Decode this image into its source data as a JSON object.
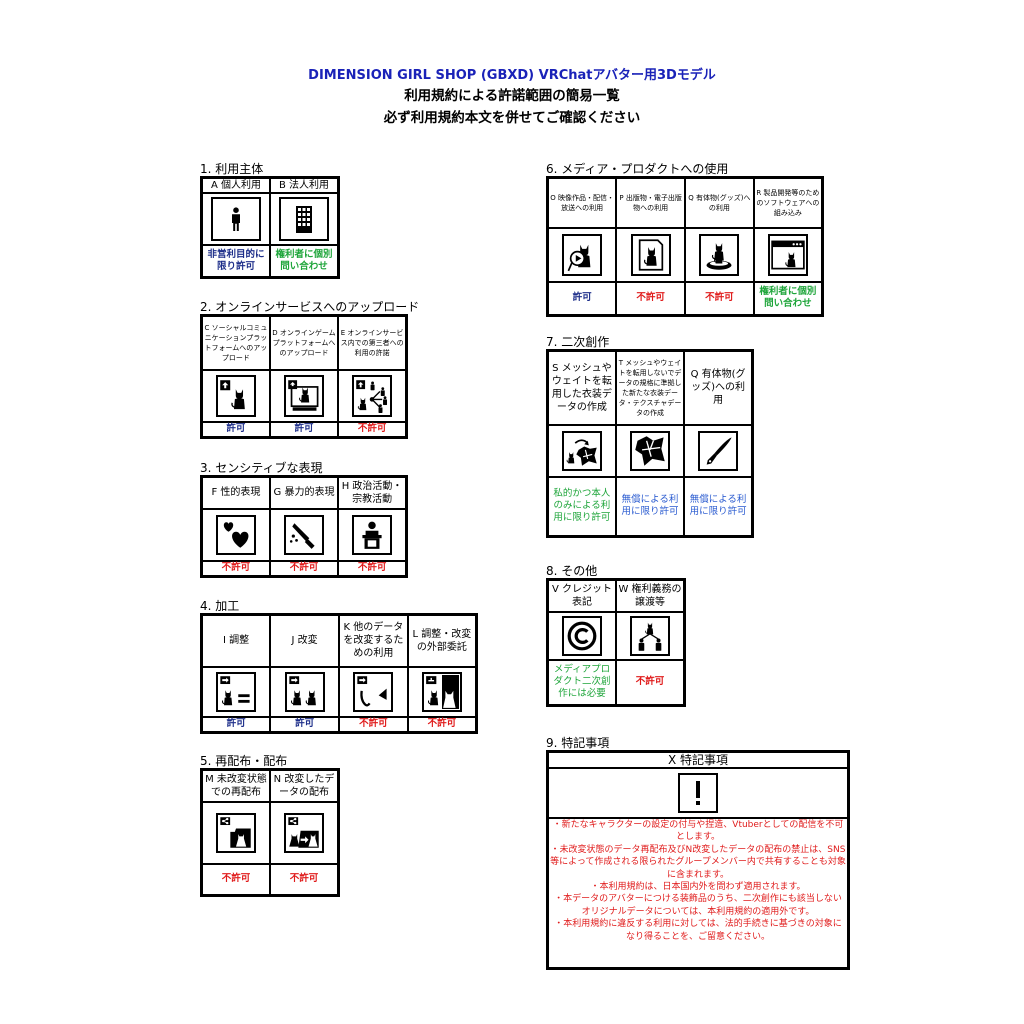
{
  "header": {
    "line1": "DIMENSION GIRL SHOP (GBXD) VRChatアバター用3Dモデル",
    "line2": "利用規約による許諾範囲の簡易一覧",
    "line3": "必ず利用規約本文を併せてご確認ください",
    "accent_color": "#1a22b8"
  },
  "status_colors": {
    "allowed": "#1e2f8a",
    "denied": "#e01b1b",
    "ask": "#1ea53a",
    "limited": "#2a5bd0"
  },
  "sections": {
    "s1": {
      "title": "1. 利用主体",
      "items": [
        {
          "label": "A 個人利用",
          "icon": "person-icon",
          "status": "非営利目的に限り許可"
        },
        {
          "label": "B 法人利用",
          "icon": "office-building-icon",
          "status": "権利者に個別問い合わせ"
        }
      ]
    },
    "s2": {
      "title": "2. オンラインサービスへのアップロード",
      "items": [
        {
          "label": "C ソーシャルコミュニケーションプラットフォームへのアップロード",
          "icon": "upload-sns-icon",
          "status": "許可"
        },
        {
          "label": "D オンラインゲームプラットフォームへのアップロード",
          "icon": "upload-game-icon",
          "status": "許可"
        },
        {
          "label": "E オンラインサービス内での第三者への利用の許諾",
          "icon": "share-third-party-icon",
          "status": "不許可"
        }
      ]
    },
    "s3": {
      "title": "3. センシティブな表現",
      "items": [
        {
          "label": "F 性的表現",
          "icon": "hearts-icon",
          "status": "不許可"
        },
        {
          "label": "G 暴力的表現",
          "icon": "knife-icon",
          "status": "不許可"
        },
        {
          "label": "H 政治活動・宗教活動",
          "icon": "podium-icon",
          "status": "不許可"
        }
      ]
    },
    "s4": {
      "title": "4. 加工",
      "items": [
        {
          "label": "I 調整",
          "icon": "adjust-icon",
          "status": "許可"
        },
        {
          "label": "J 改変",
          "icon": "modify-icon",
          "status": "許可"
        },
        {
          "label": "K 他のデータを改変するための利用",
          "icon": "parts-use-icon",
          "status": "不許可"
        },
        {
          "label": "L 調整・改変の外部委託",
          "icon": "outsource-icon",
          "status": "不許可"
        }
      ]
    },
    "s5": {
      "title": "5. 再配布・配布",
      "items": [
        {
          "label": "M 未改変状態での再配布",
          "icon": "redistribute-icon",
          "status": "不許可"
        },
        {
          "label": "N 改変したデータの配布",
          "icon": "distribute-modified-icon",
          "status": "不許可"
        }
      ]
    },
    "s6": {
      "title": "6. メディア・プロダクトへの使用",
      "items": [
        {
          "label": "O 映像作品・配信・放送への利用",
          "icon": "video-icon",
          "status": "許可"
        },
        {
          "label": "P 出版物・電子出版物への利用",
          "icon": "publication-icon",
          "status": "不許可"
        },
        {
          "label": "Q 有体物(グッズ)への利用",
          "icon": "figure-goods-icon",
          "status": "不許可"
        },
        {
          "label": "R 製品開発等のためのソフトウェアへの組み込み",
          "icon": "software-window-icon",
          "status": "権利者に個別問い合わせ"
        }
      ]
    },
    "s7": {
      "title": "7. 二次創作",
      "items": [
        {
          "label": "S メッシュやウェイトを転用した衣装データの作成",
          "icon": "costume-convert-icon",
          "status": "私的かつ本人のみによる利用に限り許可"
        },
        {
          "label": "T メッシュやウェイトを転用しないでデータの規格に準拠した新たな衣装データ・テクスチャデータの作成",
          "icon": "costume-new-icon",
          "status": "無償による利用に限り許可"
        },
        {
          "label": "Q 有体物(グッズ)への利用",
          "icon": "pen-icon",
          "status": "無償による利用に限り許可"
        }
      ]
    },
    "s8": {
      "title": "8. その他",
      "items": [
        {
          "label": "V クレジット表記",
          "icon": "copyright-icon",
          "status": "メディアプロダクト二次創作には必要"
        },
        {
          "label": "W 権利義務の譲渡等",
          "icon": "transfer-rights-icon",
          "status": "不許可"
        }
      ]
    },
    "s9": {
      "title": "9. 特記事項",
      "header": "X 特記事項",
      "icon": "exclamation-icon",
      "notes": [
        "・新たなキャラクターの設定の付与や捏造、Vtuberとしての配信を不可とします。",
        "・未改変状態のデータ再配布及びN改変したデータの配布の禁止は、SNS等によって作成される限られたグループメンバー内で共有することも対象に含まれます。",
        "・本利用規約は、日本国内外を問わず適用されます。",
        "・本データのアバターにつける装飾品のうち、二次創作にも該当しないオリジナルデータについては、本利用規約の適用外です。",
        "・本利用規約に違反する利用に対しては、法的手続きに基づきの対象になり得ることを、ご留意ください。"
      ]
    }
  }
}
